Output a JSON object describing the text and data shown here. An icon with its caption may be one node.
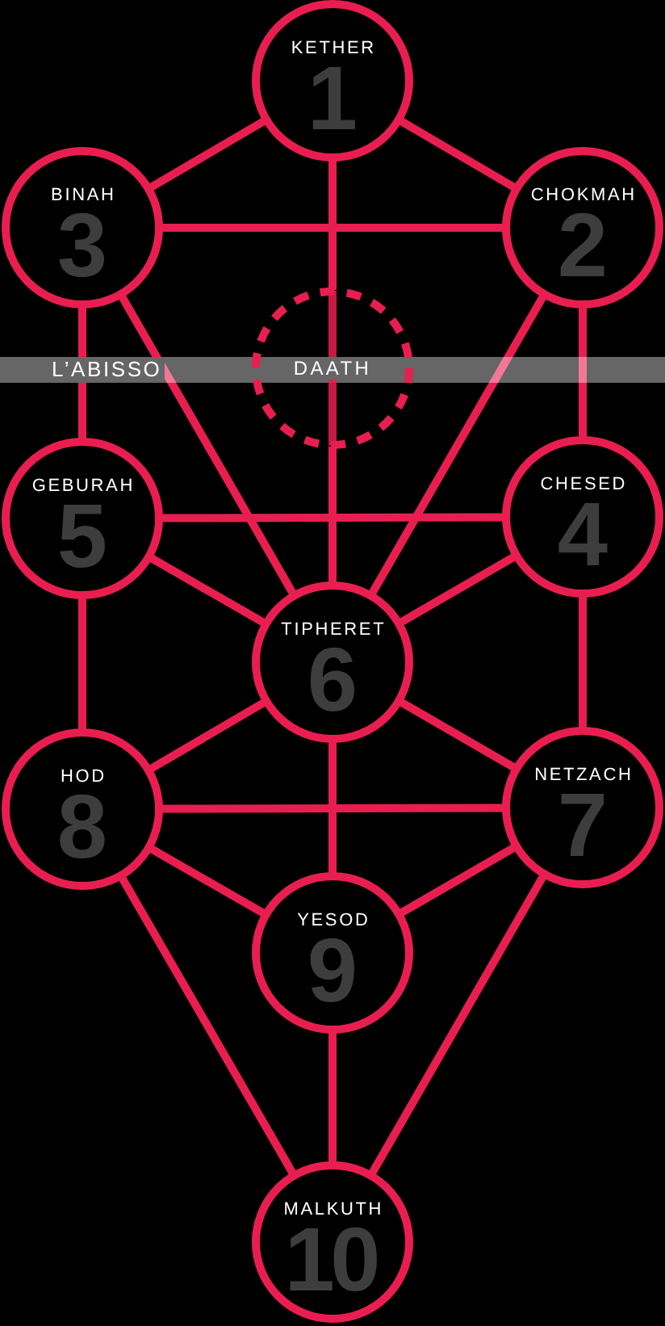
{
  "diagram": {
    "nodes": [
      {
        "text": [
          "KETHER",
          "1"
        ]
      },
      {
        "text": [
          "BINAH",
          "3"
        ]
      },
      {
        "text": [
          "CHOKMAH",
          "2"
        ]
      },
      {
        "text": [
          "DAATH"
        ]
      },
      {
        "text": [
          "GEBURAH",
          "5"
        ]
      },
      {
        "text": [
          "CHESED",
          "4"
        ]
      },
      {
        "text": [
          "TIPHERET",
          "6"
        ]
      },
      {
        "text": [
          "HOD",
          "8"
        ]
      },
      {
        "text": [
          "NETZACH",
          "7"
        ]
      },
      {
        "text": [
          "YESOD",
          "9"
        ]
      },
      {
        "text": [
          "MALKUTH",
          "10"
        ]
      }
    ],
    "edges": [
      {
        "from": 0,
        "to": 2,
        "arrow": "none"
      },
      {
        "from": 0,
        "to": 1,
        "arrow": "none"
      },
      {
        "from": 0,
        "to": 3,
        "arrow": "none"
      },
      {
        "from": 3,
        "to": 6,
        "arrow": "none"
      },
      {
        "from": 1,
        "to": 2,
        "arrow": "none"
      },
      {
        "from": 1,
        "to": 4,
        "arrow": "none"
      },
      {
        "from": 1,
        "to": 6,
        "arrow": "none"
      },
      {
        "from": 2,
        "to": 5,
        "arrow": "none"
      },
      {
        "from": 2,
        "to": 6,
        "arrow": "none"
      },
      {
        "from": 4,
        "to": 5,
        "arrow": "none"
      },
      {
        "from": 5,
        "to": 6,
        "arrow": "none"
      },
      {
        "from": 5,
        "to": 8,
        "arrow": "none"
      },
      {
        "from": 4,
        "to": 6,
        "arrow": "none"
      },
      {
        "from": 4,
        "to": 7,
        "arrow": "none"
      },
      {
        "from": 6,
        "to": 8,
        "arrow": "none"
      },
      {
        "from": 6,
        "to": 7,
        "arrow": "none"
      },
      {
        "from": 6,
        "to": 9,
        "arrow": "none"
      },
      {
        "from": 7,
        "to": 8,
        "arrow": "none"
      },
      {
        "from": 8,
        "to": 9,
        "arrow": "none"
      },
      {
        "from": 8,
        "to": 10,
        "arrow": "none"
      },
      {
        "from": 7,
        "to": 9,
        "arrow": "none"
      },
      {
        "from": 7,
        "to": 10,
        "arrow": "none"
      },
      {
        "from": 9,
        "to": 10,
        "arrow": "none"
      }
    ],
    "labels": [
      "L’ABISSO"
    ]
  }
}
